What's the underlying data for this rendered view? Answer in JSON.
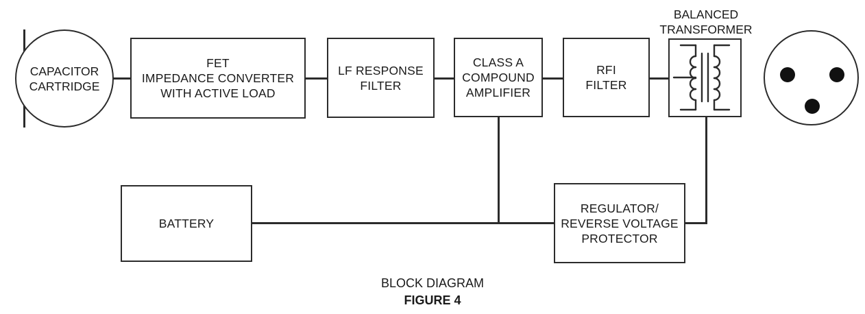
{
  "figure": {
    "caption_line1": "BLOCK DIAGRAM",
    "caption_line2": "FIGURE 4",
    "ink_color": "#2b2b2b",
    "background": "#ffffff"
  },
  "blocks": [
    {
      "id": "capacitor-cartridge",
      "label": "CAPACITOR\nCARTRIDGE",
      "shape": "circle"
    },
    {
      "id": "fet-impedance-converter",
      "label": "FET\nIMPEDANCE CONVERTER\nWITH ACTIVE LOAD",
      "shape": "rect"
    },
    {
      "id": "lf-response-filter",
      "label": "LF RESPONSE\nFILTER",
      "shape": "rect"
    },
    {
      "id": "class-a-compound-amplifier",
      "label": "CLASS A\nCOMPOUND\nAMPLIFIER",
      "shape": "rect"
    },
    {
      "id": "rfi-filter",
      "label": "RFI\nFILTER",
      "shape": "rect"
    },
    {
      "id": "balanced-transformer",
      "label": "BALANCED\nTRANSFORMER",
      "shape": "rect-symbol"
    },
    {
      "id": "xlr-connector",
      "label": "",
      "shape": "circle-3pin",
      "pin_count": 3
    },
    {
      "id": "battery",
      "label": "BATTERY",
      "shape": "rect"
    },
    {
      "id": "regulator-reverse-voltage-protector",
      "label": "REGULATOR/\nREVERSE VOLTAGE\nPROTECTOR",
      "shape": "rect"
    }
  ],
  "labels": {
    "balanced_transformer": "BALANCED\nTRANSFORMER"
  },
  "signal_path": [
    "capacitor-cartridge",
    "fet-impedance-converter",
    "lf-response-filter",
    "class-a-compound-amplifier",
    "rfi-filter",
    "balanced-transformer",
    "xlr-connector"
  ],
  "power_path": [
    "battery",
    "class-a-compound-amplifier",
    "regulator-reverse-voltage-protector",
    "balanced-transformer"
  ]
}
